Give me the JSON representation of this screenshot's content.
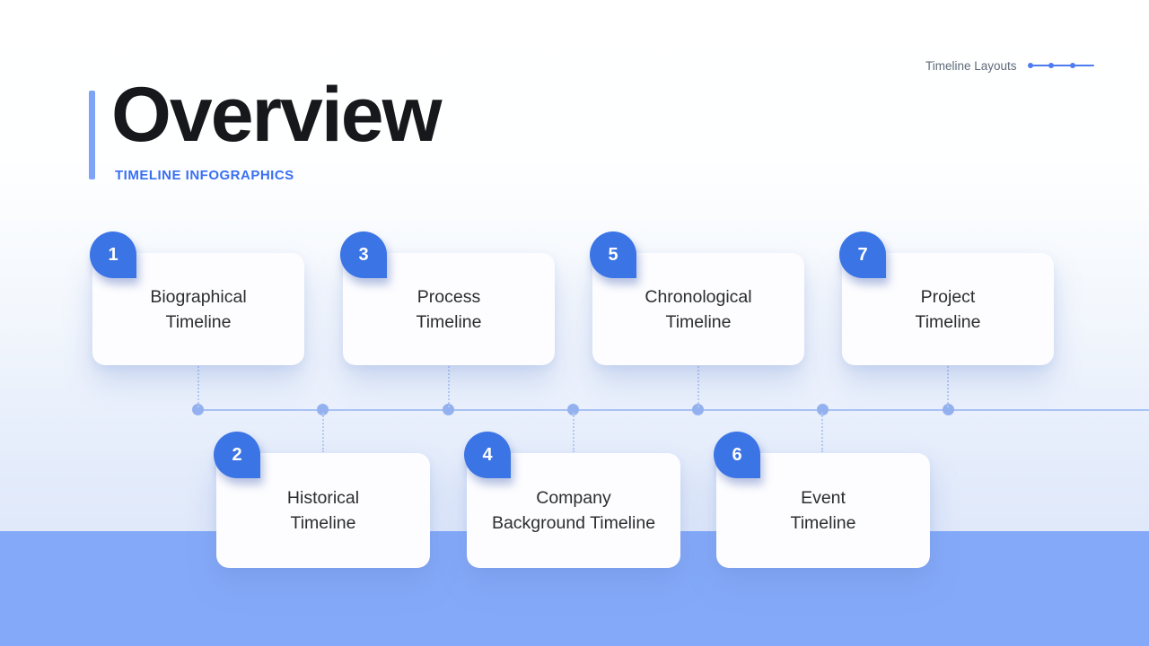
{
  "slide": {
    "title": "Overview",
    "subtitle": "TIMELINE INFOGRAPHICS",
    "corner_label": "Timeline Layouts"
  },
  "colors": {
    "badge_blue": "#3B74E5",
    "subtitle_blue": "#3A6FF2",
    "accent_bar_blue": "#7EA3F7",
    "timeline_line": "#A9C3F5",
    "timeline_dot": "#94B1EF",
    "bottom_band": "#84A9F8",
    "corner_label_gray": "#5F6B7A",
    "title_color": "#17181b",
    "card_text": "#2B2D31"
  },
  "items": [
    {
      "num": "1",
      "line1": "Biographical",
      "line2": "Timeline",
      "row": "top"
    },
    {
      "num": "2",
      "line1": "Historical",
      "line2": "Timeline",
      "row": "bottom"
    },
    {
      "num": "3",
      "line1": "Process",
      "line2": "Timeline",
      "row": "top"
    },
    {
      "num": "4",
      "line1": "Company",
      "line2": "Background Timeline",
      "row": "bottom"
    },
    {
      "num": "5",
      "line1": "Chronological",
      "line2": "Timeline",
      "row": "top"
    },
    {
      "num": "6",
      "line1": "Event",
      "line2": "Timeline",
      "row": "bottom"
    },
    {
      "num": "7",
      "line1": "Project",
      "line2": "Timeline",
      "row": "top"
    }
  ]
}
